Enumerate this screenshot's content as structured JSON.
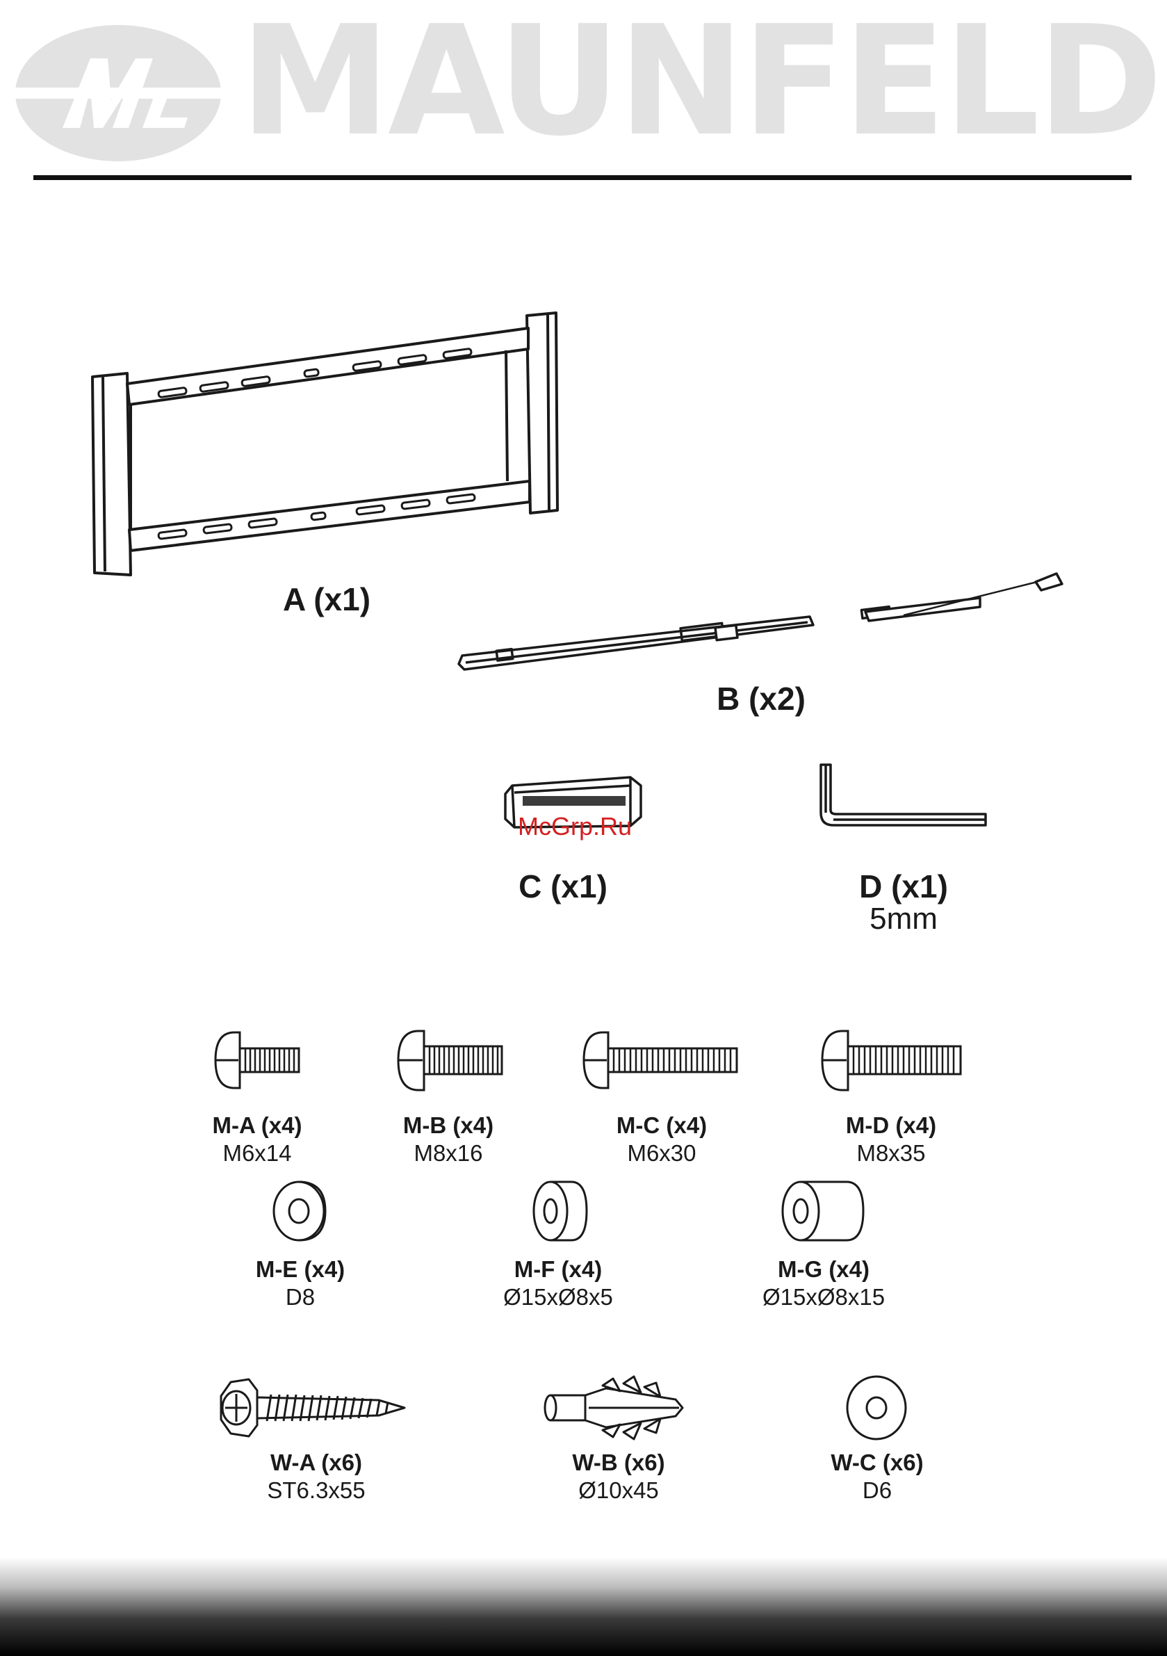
{
  "header": {
    "brand": "MAUNFELD",
    "logo_letters": "M"
  },
  "parts": {
    "a": {
      "label": "A (x1)"
    },
    "b": {
      "label": "B (x2)"
    },
    "c": {
      "label": "C (x1)"
    },
    "d": {
      "label": "D (x1)",
      "spec": "5mm"
    }
  },
  "hardware": [
    {
      "label": "M-A (x4)",
      "spec": "M6x14"
    },
    {
      "label": "M-B (x4)",
      "spec": "M8x16"
    },
    {
      "label": "M-C (x4)",
      "spec": "M6x30"
    },
    {
      "label": "M-D (x4)",
      "spec": "M8x35"
    },
    {
      "label": "M-E (x4)",
      "spec": "D8"
    },
    {
      "label": "M-F (x4)",
      "spec": "Ø15xØ8x5"
    },
    {
      "label": "M-G (x4)",
      "spec": "Ø15xØ8x15"
    },
    {
      "label": "W-A (x6)",
      "spec": "ST6.3x55"
    },
    {
      "label": "W-B (x6)",
      "spec": "Ø10x45"
    },
    {
      "label": "W-C (x6)",
      "spec": "D6"
    }
  ],
  "watermark": "McGrp.Ru",
  "icons": [
    "maunfeld-logo-icon",
    "wall-plate-icon",
    "bracket-arm-icon",
    "lock-block-icon",
    "allen-key-icon",
    "screw-icon",
    "washer-icon",
    "spacer-icon",
    "lag-screw-icon",
    "wall-anchor-icon"
  ]
}
